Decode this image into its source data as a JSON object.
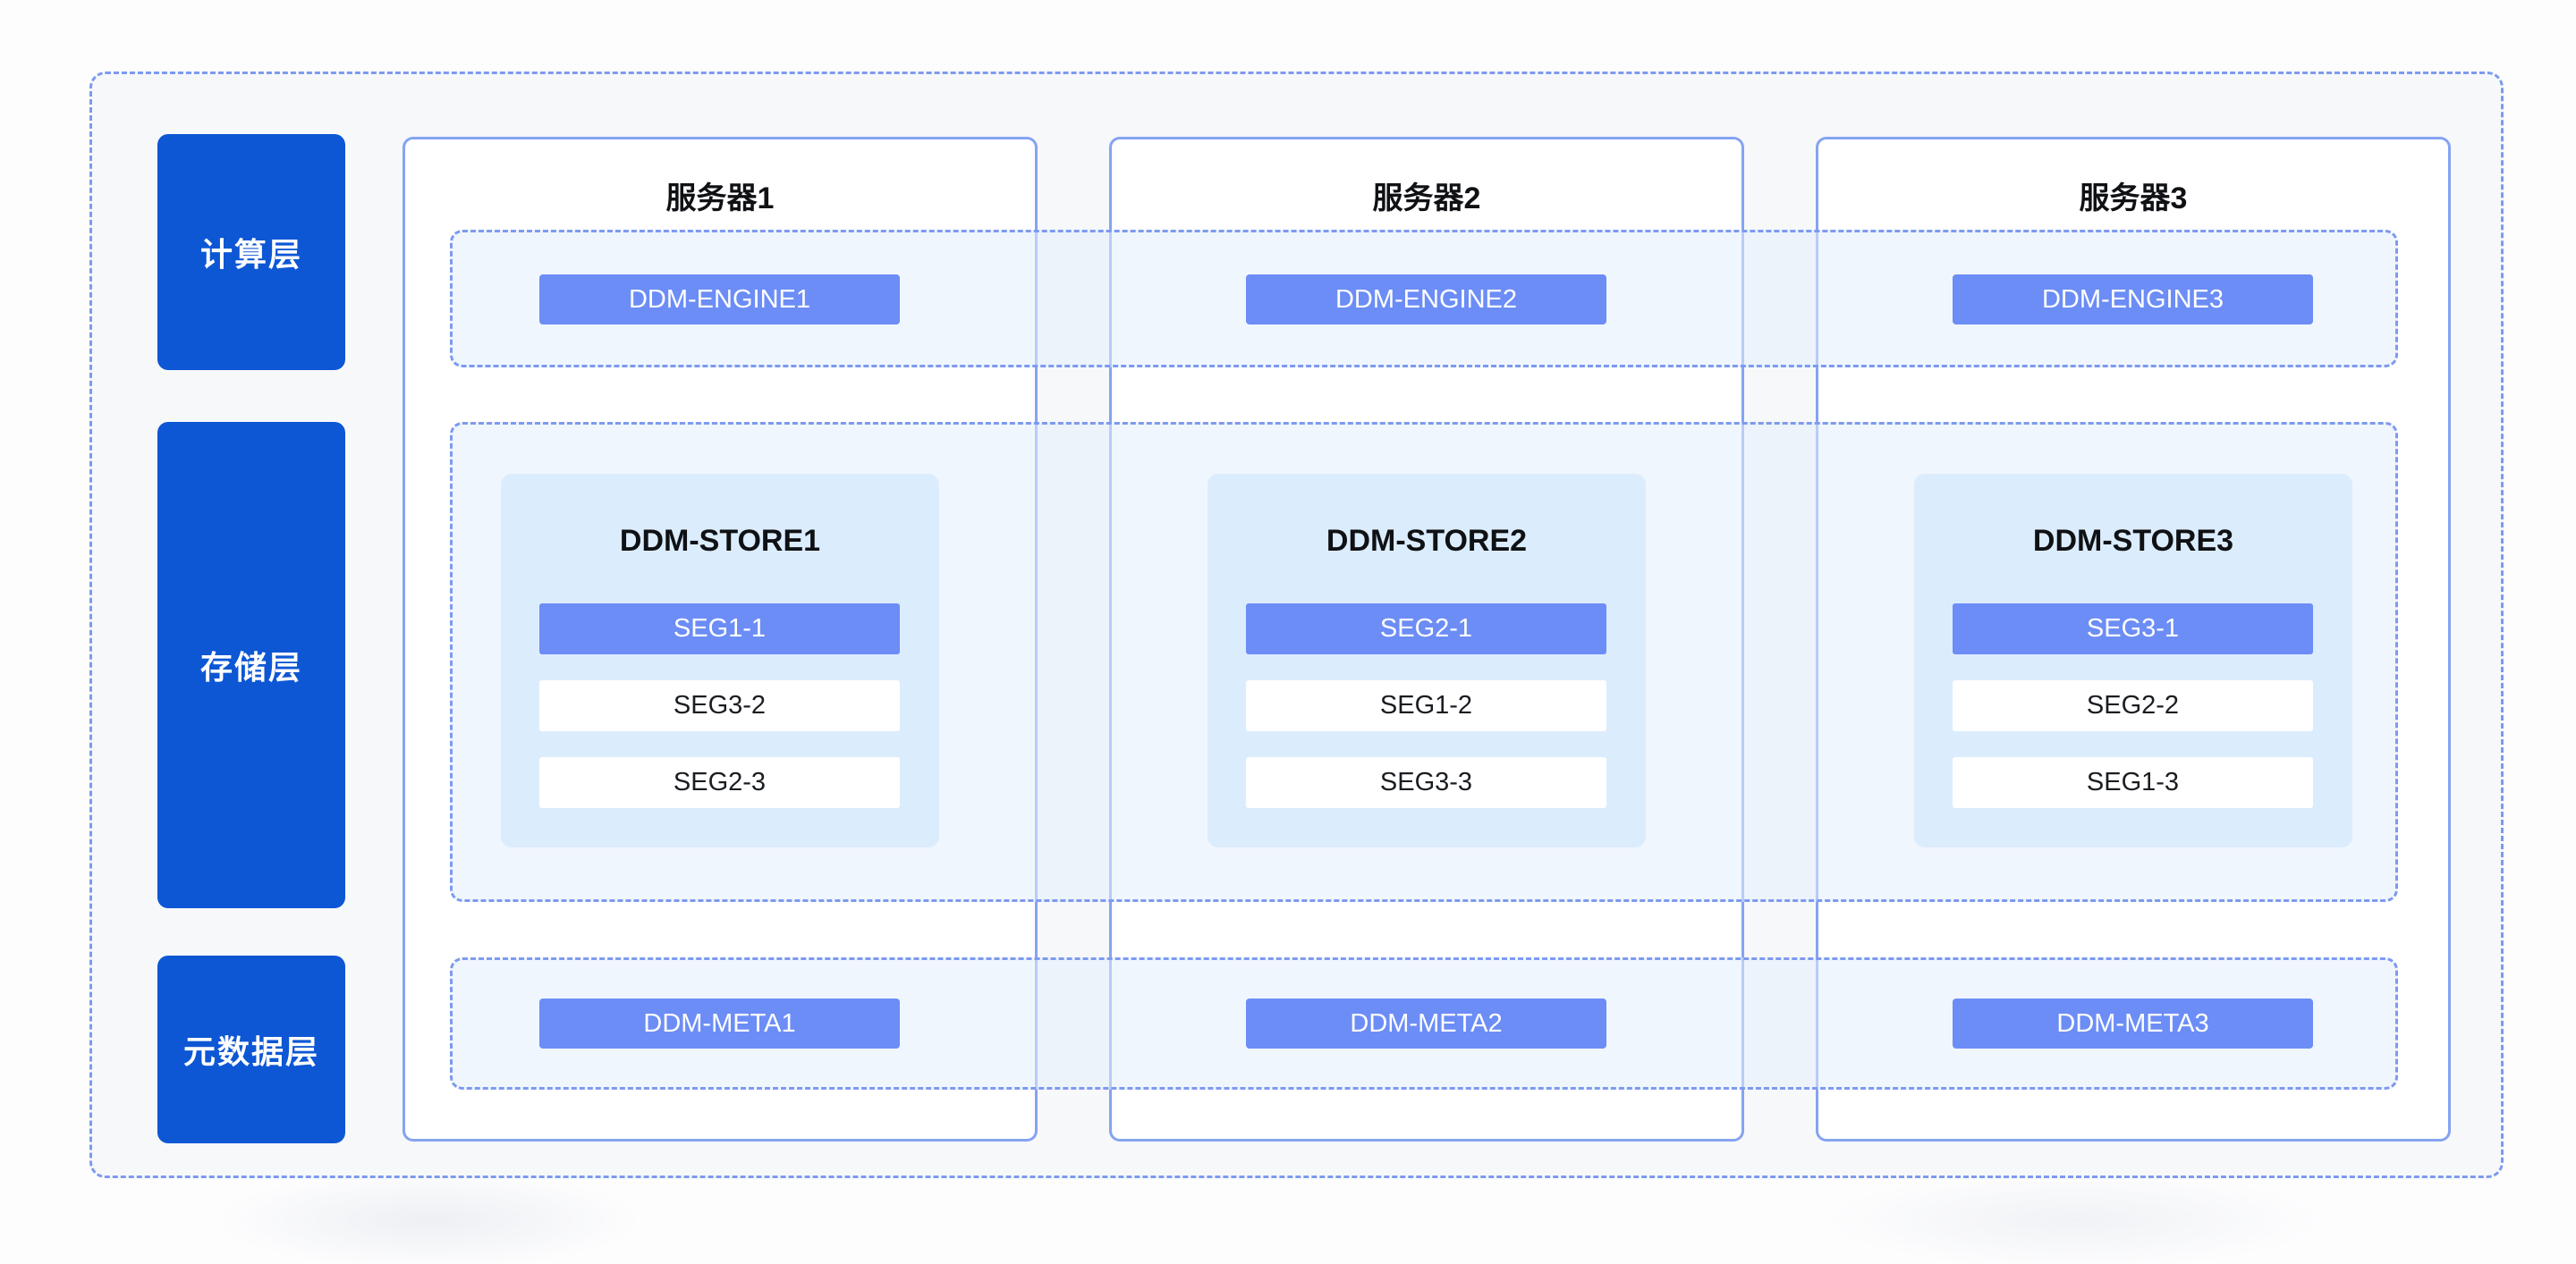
{
  "diagram": {
    "layers": [
      {
        "id": "compute",
        "label": "计算层"
      },
      {
        "id": "storage",
        "label": "存储层"
      },
      {
        "id": "metadata",
        "label": "元数据层"
      }
    ],
    "servers": [
      {
        "title": "服务器1",
        "engine": "DDM-ENGINE1",
        "store": {
          "title": "DDM-STORE1",
          "segments": [
            {
              "label": "SEG1-1",
              "primary": true
            },
            {
              "label": "SEG3-2",
              "primary": false
            },
            {
              "label": "SEG2-3",
              "primary": false
            }
          ]
        },
        "meta": "DDM-META1"
      },
      {
        "title": "服务器2",
        "engine": "DDM-ENGINE2",
        "store": {
          "title": "DDM-STORE2",
          "segments": [
            {
              "label": "SEG2-1",
              "primary": true
            },
            {
              "label": "SEG1-2",
              "primary": false
            },
            {
              "label": "SEG3-3",
              "primary": false
            }
          ]
        },
        "meta": "DDM-META2"
      },
      {
        "title": "服务器3",
        "engine": "DDM-ENGINE3",
        "store": {
          "title": "DDM-STORE3",
          "segments": [
            {
              "label": "SEG3-1",
              "primary": true
            },
            {
              "label": "SEG2-2",
              "primary": false
            },
            {
              "label": "SEG1-3",
              "primary": false
            }
          ]
        },
        "meta": "DDM-META3"
      }
    ],
    "colors": {
      "layer_label_bg": "#0d57d4",
      "node_bg": "#6c8df6",
      "store_card_bg": "#dbecfd",
      "server_border": "#85a3f1",
      "dashed_border": "#7d9af0",
      "panel_bg": "#f7f8fa",
      "page_bg": "#fdfdfe"
    }
  }
}
